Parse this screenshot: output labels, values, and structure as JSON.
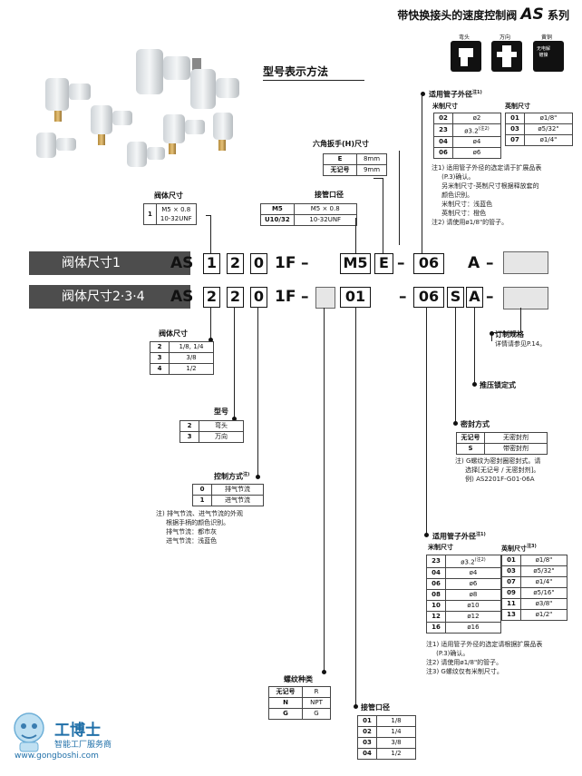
{
  "header": {
    "title_cn": "带快换接头的速度控制阀",
    "title_as": "AS",
    "title_series": "系列"
  },
  "icons": [
    {
      "label": "弯头"
    },
    {
      "label": "万向"
    },
    {
      "label": "黄铜",
      "sub": "无电解\n镀镍"
    }
  ],
  "section_title": "型号表示方法",
  "body_size_top": {
    "heading": "阀体尺寸",
    "rows": [
      [
        "1",
        "M5 × 0.8\n10-32UNF"
      ]
    ]
  },
  "hex_wrench": {
    "heading": "六角扳手(H)尺寸",
    "rows": [
      [
        "E",
        "8mm"
      ],
      [
        "无记号",
        "9mm"
      ]
    ]
  },
  "port_top": {
    "heading": "接管口径",
    "rows": [
      [
        "M5",
        "M5 × 0.8"
      ],
      [
        "U10/32",
        "10-32UNF"
      ]
    ]
  },
  "tube_od_top": {
    "heading": "适用管子外径",
    "sup": "注1)",
    "metric_label": "米制尺寸",
    "inch_label": "英制尺寸",
    "metric": [
      [
        "02",
        "ø2"
      ],
      [
        "23",
        "ø3.2"
      ],
      [
        "04",
        "ø4"
      ],
      [
        "06",
        "ø6"
      ]
    ],
    "metric_sup": "(注2)",
    "inch": [
      [
        "01",
        "ø1/8\""
      ],
      [
        "03",
        "ø5/32\""
      ],
      [
        "07",
        "ø1/4\""
      ]
    ],
    "notes": "注1) 适用管子外径的选定请于扩展品表\n     (P.3)确认。\n     另米制尺寸-英制尺寸根据释放套的\n     颜色识别。\n     米制尺寸：浅蓝色\n     英制尺寸：橙色\n注2) 请使用ø1/8\"的管子。"
  },
  "row1": {
    "label": "阀体尺寸1",
    "prefix": "AS",
    "chars": [
      "1",
      "2",
      "0"
    ],
    "f": "1F",
    "dash": "–",
    "port": "M5",
    "hex": "E",
    "tube": "06",
    "a": "A"
  },
  "row2": {
    "label": "阀体尺寸2·3·4",
    "prefix": "AS",
    "chars": [
      "2",
      "2",
      "0"
    ],
    "f": "1F",
    "dash": "–",
    "port": "01",
    "tube": "06",
    "s": "S",
    "a": "A"
  },
  "body_size_bottom": {
    "heading": "阀体尺寸",
    "rows": [
      [
        "2",
        "1/8, 1/4"
      ],
      [
        "3",
        "3/8"
      ],
      [
        "4",
        "1/2"
      ]
    ]
  },
  "model": {
    "heading": "型号",
    "rows": [
      [
        "2",
        "弯头"
      ],
      [
        "3",
        "万向"
      ]
    ]
  },
  "control": {
    "heading": "控制方式",
    "sup": "注)",
    "rows": [
      [
        "0",
        "排气节流"
      ],
      [
        "1",
        "进气节流"
      ]
    ],
    "notes": "注) 排气节流、进气节流的外观\n     根据手柄的颜色识别。\n     排气节流：都市灰\n     进气节流：浅蓝色"
  },
  "thread": {
    "heading": "螺纹种类",
    "rows": [
      [
        "无记号",
        "R"
      ],
      [
        "N",
        "NPT"
      ],
      [
        "G",
        "G"
      ]
    ]
  },
  "port_bottom": {
    "heading": "接管口径",
    "rows": [
      [
        "01",
        "1/8"
      ],
      [
        "02",
        "1/4"
      ],
      [
        "03",
        "3/8"
      ],
      [
        "04",
        "1/2"
      ]
    ]
  },
  "custom": {
    "heading": "订制规格",
    "desc": "详情请参见P.14。"
  },
  "push_lock": {
    "heading": "推压锁定式"
  },
  "seal": {
    "heading": "密封方式",
    "rows": [
      [
        "无记号",
        "无密封剂"
      ],
      [
        "S",
        "带密封剂"
      ]
    ],
    "notes": "注) G螺纹为密封圈密封式。请\n     选择[无记号 / 无密封剂]。\n     例) AS2201F-G01-06A"
  },
  "tube_od_bottom": {
    "heading": "适用管子外径",
    "sup": "注1)",
    "metric_label": "米制尺寸",
    "inch_label": "英制尺寸",
    "inch_sup": "注3)",
    "metric": [
      [
        "23",
        "ø3.2"
      ],
      [
        "04",
        "ø4"
      ],
      [
        "06",
        "ø6"
      ],
      [
        "08",
        "ø8"
      ],
      [
        "10",
        "ø10"
      ],
      [
        "12",
        "ø12"
      ],
      [
        "16",
        "ø16"
      ]
    ],
    "metric_sup": "(注2)",
    "inch": [
      [
        "01",
        "ø1/8\""
      ],
      [
        "03",
        "ø5/32\""
      ],
      [
        "07",
        "ø1/4\""
      ],
      [
        "09",
        "ø5/16\""
      ],
      [
        "11",
        "ø3/8\""
      ],
      [
        "13",
        "ø1/2\""
      ]
    ],
    "notes": "注1) 适用管子外径的选定请根据扩展品表\n     (P.3)确认。\n注2) 请使用ø1/8\"的管子。\n注3) G螺纹仅有米制尺寸。"
  },
  "logo": {
    "name": "工博士",
    "sub": "智能工厂服务商",
    "url": "www.gongboshi.com"
  }
}
